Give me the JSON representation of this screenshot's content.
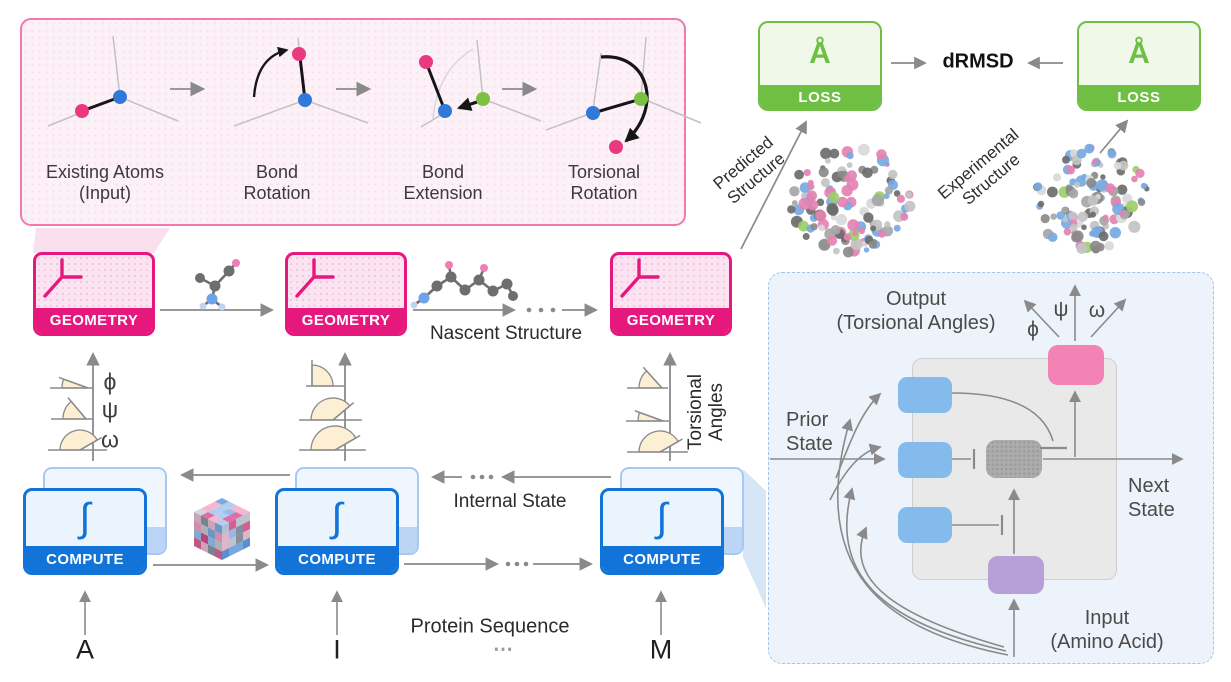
{
  "detail": {
    "stages": [
      {
        "l1": "Existing Atoms",
        "l2": "(Input)"
      },
      {
        "l1": "Bond",
        "l2": "Rotation"
      },
      {
        "l1": "Bond",
        "l2": "Extension"
      },
      {
        "l1": "Torsional",
        "l2": "Rotation"
      }
    ]
  },
  "loss": {
    "angstrom": "Å",
    "label": "LOSS",
    "metric": "dRMSD"
  },
  "structures": {
    "predicted_l1": "Predicted",
    "predicted_l2": "Structure",
    "experimental_l1": "Experimental",
    "experimental_l2": "Structure"
  },
  "geometry": {
    "label": "GEOMETRY",
    "nascent": "Nascent Structure"
  },
  "compute": {
    "label": "COMPUTE",
    "integral": "∫",
    "internal_state": "Internal State"
  },
  "angles": {
    "phi": "ϕ",
    "psi": "ψ",
    "omega": "ω",
    "torsional_l1": "Torsional",
    "torsional_l2": "Angles"
  },
  "sequence": {
    "letters": [
      "A",
      "I",
      "M"
    ],
    "label": "Protein Sequence",
    "ellipsis": "⋯"
  },
  "cell": {
    "output_l1": "Output",
    "output_l2": "(Torsional Angles)",
    "prior_l1": "Prior",
    "prior_l2": "State",
    "next_l1": "Next",
    "next_l2": "State",
    "input_l1": "Input",
    "input_l2": "(Amino Acid)",
    "phi": "ϕ",
    "psi": "ψ",
    "omega": "ω"
  },
  "colors": {
    "pink": "#E6187E",
    "pink_light": "#FBE3F1",
    "blue": "#1273D8",
    "blue_light": "#EBF3FD",
    "green": "#6FBF44",
    "green_light": "#F0F8EA",
    "arrow_gray": "#8A8A8A",
    "gate_blue": "#85BBEC",
    "out_pink": "#F383B4",
    "in_purple": "#B79FD8",
    "mid_gray": "#ACACAC"
  }
}
